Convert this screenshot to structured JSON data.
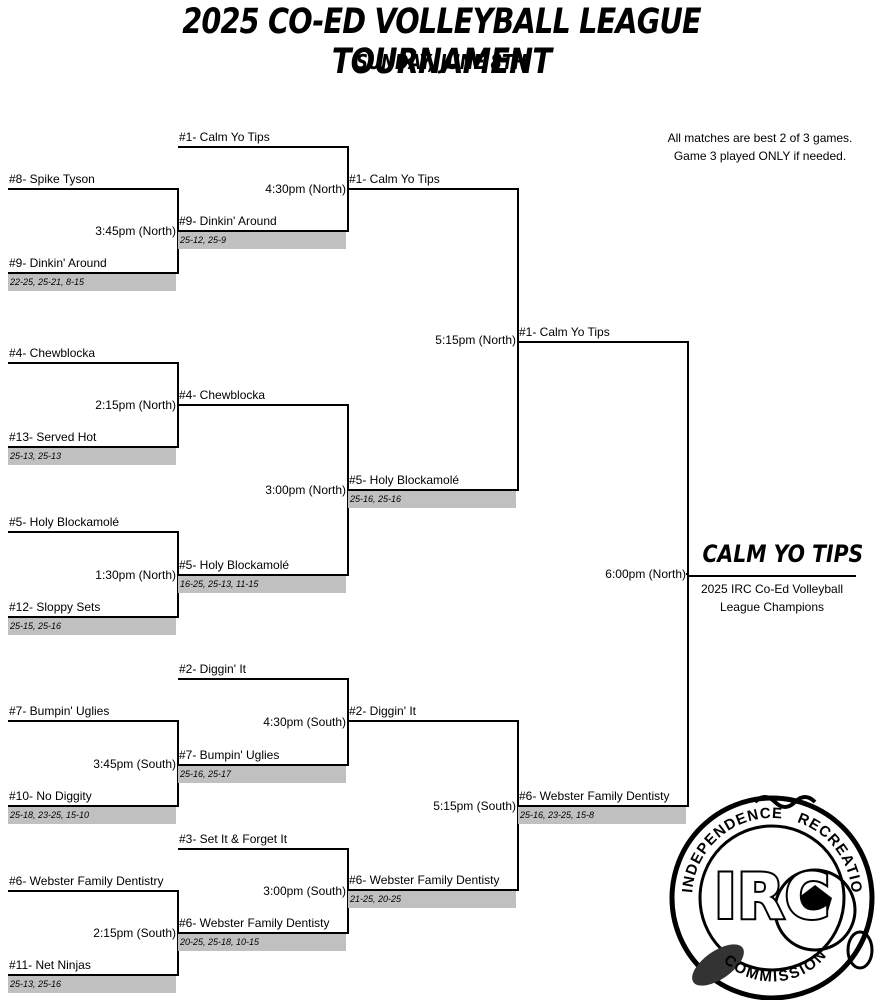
{
  "title": "2025 CO-ED VOLLEYBALL LEAGUE TOURNAMENT",
  "subtitle": "SUNDAY, JUNE 8TH",
  "note": {
    "line1": "All matches are best 2 of 3 games.",
    "line2": "Game 3 played ONLY if needed."
  },
  "round1": [
    {
      "top": "#8- Spike Tyson",
      "bottom": "#9- Dinkin' Around",
      "time": "3:45pm (North)",
      "score": "22-25, 25-21, 8-15"
    },
    {
      "top": "#4- Chewblocka",
      "bottom": "#13- Served Hot",
      "time": "2:15pm (North)",
      "score": "25-13, 25-13"
    },
    {
      "top": "#5- Holy Blockamolé",
      "bottom": "#12- Sloppy Sets",
      "time": "1:30pm (North)",
      "score": "25-15, 25-16"
    },
    {
      "top": "#7- Bumpin' Uglies",
      "bottom": "#10- No Diggity",
      "time": "3:45pm (South)",
      "score": "25-18, 23-25, 15-10"
    },
    {
      "top": "#6- Webster Family Dentistry",
      "bottom": "#11- Net Ninjas",
      "time": "2:15pm (South)",
      "score": "25-13, 25-16"
    }
  ],
  "round2": [
    {
      "top": "#1- Calm Yo Tips",
      "bottom": "#9- Dinkin' Around",
      "time": "4:30pm (North)",
      "score": "25-12, 25-9"
    },
    {
      "top": "#4- Chewblocka",
      "bottom": "#5- Holy Blockamolé",
      "time": "3:00pm (North)",
      "score": "16-25, 25-13, 11-15"
    },
    {
      "top": "#2- Diggin' It",
      "bottom": "#7- Bumpin' Uglies",
      "time": "4:30pm (South)",
      "score": "25-16, 25-17"
    },
    {
      "top": "#3- Set It & Forget It",
      "bottom": "#6- Webster Family Dentisty",
      "time": "3:00pm (South)",
      "score": "20-25, 25-18, 10-15"
    }
  ],
  "round3": [
    {
      "top": "#1- Calm Yo Tips",
      "bottom": "#5- Holy Blockamolé",
      "time": "5:15pm (North)",
      "score": "25-16, 25-16"
    },
    {
      "top": "#2- Diggin' It",
      "bottom": "#6- Webster Family Dentisty",
      "time": "5:15pm (South)",
      "score": "21-25, 20-25"
    }
  ],
  "round4": {
    "top": "#1- Calm Yo Tips",
    "bottom": "#6- Webster Family Dentisty",
    "time": "6:00pm (North)",
    "score": "25-16, 23-25, 15-8"
  },
  "champion": {
    "name": "CALM YO TIPS",
    "line1": "2025 IRC Co-Ed Volleyball",
    "line2": "League Champions"
  },
  "logo": {
    "top_left": "INDEPENDENCE",
    "top_right": "RECREATION",
    "center": "IRC",
    "bottom": "COMMISSION",
    "icon": "irc-sports-logo-icon"
  }
}
